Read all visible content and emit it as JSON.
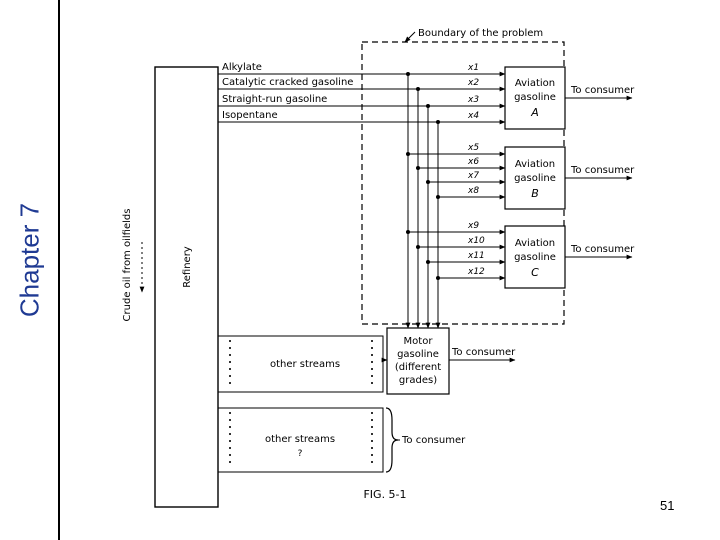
{
  "slide": {
    "chapter_title": "Chapter 7",
    "page_number": "51"
  },
  "diagram": {
    "boundary_label": "Boundary of the problem",
    "refinery_label": "Refinery",
    "crude_label": "Crude oil from oilfields",
    "streams": [
      "Alkylate",
      "Catalytic cracked gasoline",
      "Straight-run gasoline",
      "Isopentane"
    ],
    "x_labels": [
      "x1",
      "x2",
      "x3",
      "x4",
      "x5",
      "x6",
      "x7",
      "x8",
      "x9",
      "x10",
      "x11",
      "x12"
    ],
    "aviation_boxes": [
      {
        "line1": "Aviation",
        "line2": "gasoline",
        "letter": "A"
      },
      {
        "line1": "Aviation",
        "line2": "gasoline",
        "letter": "B"
      },
      {
        "line1": "Aviation",
        "line2": "gasoline",
        "letter": "C"
      }
    ],
    "motor_box": {
      "line1": "Motor",
      "line2": "gasoline",
      "line3": "(different",
      "line4": "grades)"
    },
    "to_consumer": "To consumer",
    "other_streams": "other streams",
    "figure_caption": "FIG. 5-1"
  }
}
